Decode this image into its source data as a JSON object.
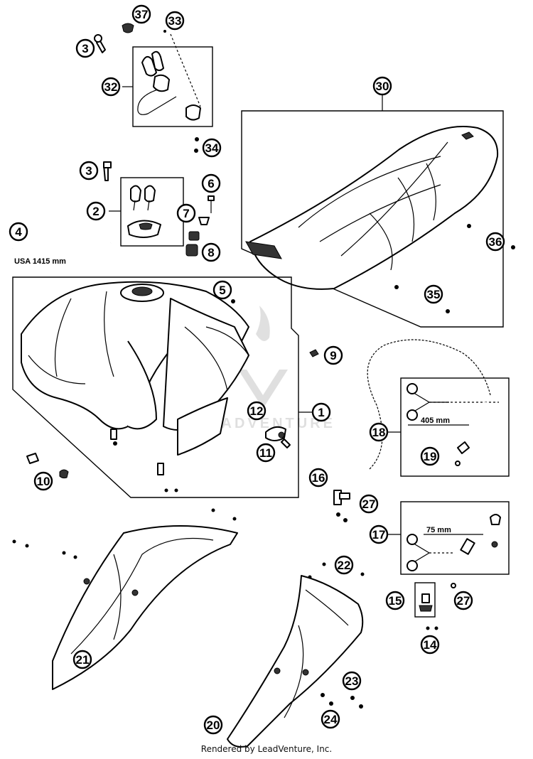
{
  "labels": {
    "usa_length": "USA 1415 mm",
    "dim_405": "405 mm",
    "dim_75": "75 mm"
  },
  "watermark": "LEADVENTURE",
  "credit": "Rendered by LeadVenture, Inc.",
  "callouts": [
    {
      "id": "c1",
      "number": "1"
    },
    {
      "id": "c2",
      "number": "2"
    },
    {
      "id": "c3a",
      "number": "3"
    },
    {
      "id": "c3b",
      "number": "3"
    },
    {
      "id": "c4",
      "number": "4"
    },
    {
      "id": "c5",
      "number": "5"
    },
    {
      "id": "c6",
      "number": "6"
    },
    {
      "id": "c7",
      "number": "7"
    },
    {
      "id": "c8",
      "number": "8"
    },
    {
      "id": "c9",
      "number": "9"
    },
    {
      "id": "c10",
      "number": "10"
    },
    {
      "id": "c11",
      "number": "11"
    },
    {
      "id": "c12",
      "number": "12"
    },
    {
      "id": "c14",
      "number": "14"
    },
    {
      "id": "c15",
      "number": "15"
    },
    {
      "id": "c16",
      "number": "16"
    },
    {
      "id": "c17",
      "number": "17"
    },
    {
      "id": "c18",
      "number": "18"
    },
    {
      "id": "c19",
      "number": "19"
    },
    {
      "id": "c20",
      "number": "20"
    },
    {
      "id": "c21",
      "number": "21"
    },
    {
      "id": "c22",
      "number": "22"
    },
    {
      "id": "c23",
      "number": "23"
    },
    {
      "id": "c24",
      "number": "24"
    },
    {
      "id": "c27a",
      "number": "27"
    },
    {
      "id": "c27b",
      "number": "27"
    },
    {
      "id": "c30",
      "number": "30"
    },
    {
      "id": "c32",
      "number": "32"
    },
    {
      "id": "c33",
      "number": "33"
    },
    {
      "id": "c34",
      "number": "34"
    },
    {
      "id": "c35",
      "number": "35"
    },
    {
      "id": "c36",
      "number": "36"
    },
    {
      "id": "c37",
      "number": "37"
    }
  ]
}
